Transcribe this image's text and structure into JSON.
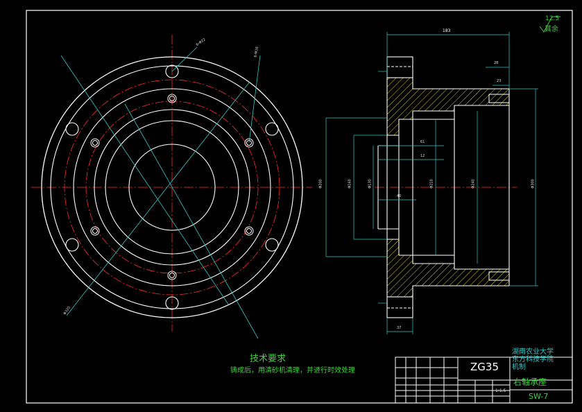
{
  "drawing": {
    "roughness": "12.5",
    "roughness_note": "其余",
    "material": "ZG35",
    "school": "湖南农业大学东方科技学院机制",
    "part_name": "右轴承座",
    "drawing_code": "SW-7",
    "scale": "1:1.5"
  },
  "notes": {
    "title": "技术要求",
    "text": "铸成后，用清砂机清理，并进行时效处理"
  },
  "dimensions": {
    "overall_length": "183",
    "flange_thk": "37",
    "hub_len1": "28",
    "hub_len2": "23",
    "bore_len1": "61",
    "bore_len2": "12",
    "bore_len3": "40",
    "dia_outer": "Φ300",
    "dia_face": "Φ200",
    "dia_bore1": "Φ210",
    "dia_bore2": "Φ240",
    "dia_inner1": "Φ160",
    "dia_inner2": "Φ130",
    "dia_outer_left": "Φ320",
    "holes_a": "6-Φ22",
    "holes_b": "6-M16"
  },
  "colors": {
    "outline": "#ffffff",
    "center": "#ff2a2a",
    "dimension": "#2ec8c8",
    "hatch": "#d4d400",
    "note": "#3bd43b"
  }
}
